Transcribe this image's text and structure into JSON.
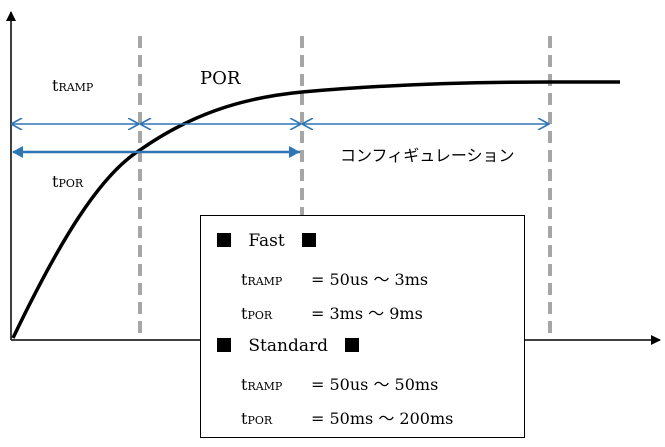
{
  "labels": {
    "tramp_prefix": "t",
    "tramp_sub": "RAMP",
    "por": "POR",
    "tpor_prefix": "t",
    "tpor_sub": "POR",
    "config": "コンフィギュレーション"
  },
  "legend": {
    "fast_title": "Fast",
    "fast_tramp_value": "= 50us ～ 3ms",
    "fast_tpor_value": "= 3ms ～ 9ms",
    "standard_title": "Standard",
    "standard_tramp_value": "= 50us ～ 50ms",
    "standard_tpor_value": "= 50ms ～ 200ms",
    "t_letter": "t",
    "ramp_sub": "RAMP",
    "por_sub": "POR"
  },
  "colors": {
    "arrow": "#2e75b6",
    "dashed": "#a6a6a6",
    "curve": "#000000"
  }
}
